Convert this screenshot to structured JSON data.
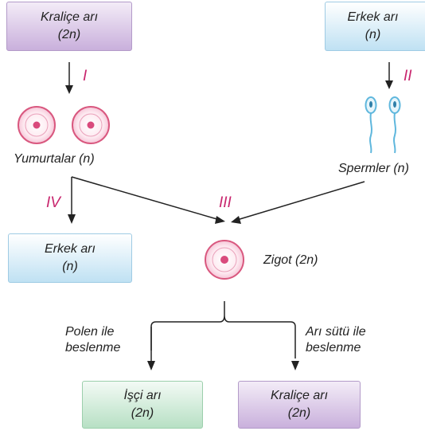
{
  "boxes": {
    "queen_top": {
      "name": "Kraliçe arı",
      "ploidy": "(2n)"
    },
    "drone_top": {
      "name": "Erkek arı",
      "ploidy": "(n)"
    },
    "drone_mid": {
      "name": "Erkek arı",
      "ploidy": "(n)"
    },
    "worker": {
      "name": "İşçi arı",
      "ploidy": "(2n)"
    },
    "queen_bottom": {
      "name": "Kraliçe arı",
      "ploidy": "(2n)"
    }
  },
  "labels": {
    "eggs": "Yumurtalar (n)",
    "sperms": "Spermler (n)",
    "zygote": "Zigot (2n)",
    "pollen_line1": "Polen ile",
    "pollen_line2": "beslenme",
    "royal_jelly_line1": "Arı sütü ile",
    "royal_jelly_line2": "beslenme"
  },
  "steps": {
    "i": "I",
    "ii": "II",
    "iii": "III",
    "iv": "IV"
  },
  "colors": {
    "accent": "#c8266e",
    "cell_fill": "#fde9f0",
    "cell_nucleus": "#d94b7d",
    "sperm": "#5fb7dd"
  }
}
